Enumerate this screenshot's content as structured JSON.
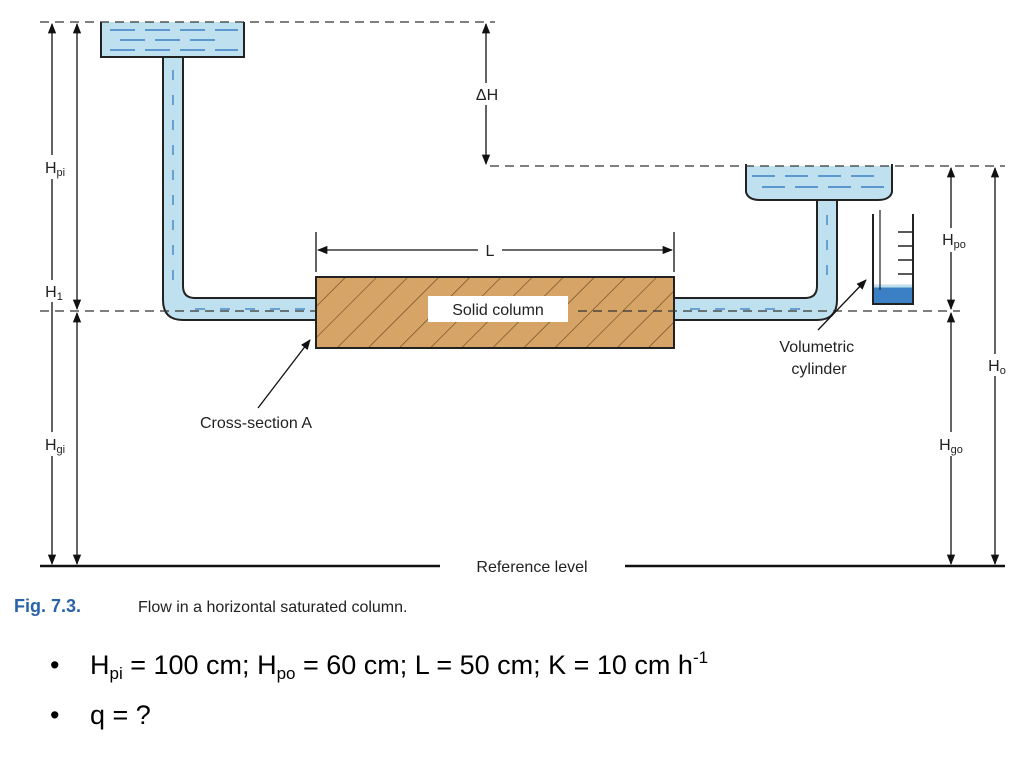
{
  "diagram": {
    "delta_h_label": "ΔH",
    "h_pi_label": {
      "main": "H",
      "sub": "pi"
    },
    "h_1_label": {
      "main": "H",
      "sub": "1"
    },
    "h_gi_label": {
      "main": "H",
      "sub": "gi"
    },
    "h_po_label": {
      "main": "H",
      "sub": "po"
    },
    "h_o_label": {
      "main": "H",
      "sub": "o"
    },
    "h_go_label": {
      "main": "H",
      "sub": "go"
    },
    "length_label": "L",
    "solid_column_label": "Solid column",
    "cross_section_label": "Cross-section A",
    "volumetric_cylinder_label": [
      "Volumetric",
      "cylinder"
    ],
    "reference_level_label": "Reference level",
    "colors": {
      "water": "#bfe0ee",
      "water_dark": "#3b7fc4",
      "soil": "#d6a466",
      "figure_blue": "#2a63a8"
    }
  },
  "caption": {
    "number": "Fig. 7.3.",
    "text": "Flow in a horizontal saturated column."
  },
  "bullets": {
    "item1": {
      "h_pi_main": "H",
      "h_pi_sub": "pi",
      "h_pi_value": " = 100 cm; ",
      "h_po_main": "H",
      "h_po_sub": "po",
      "h_po_value": " = 60 cm; ",
      "l_k_text": "L = 50 cm;  K = 10 cm h",
      "k_exp": "-1"
    },
    "item2": {
      "text": "q = ?"
    },
    "marker": "•"
  }
}
